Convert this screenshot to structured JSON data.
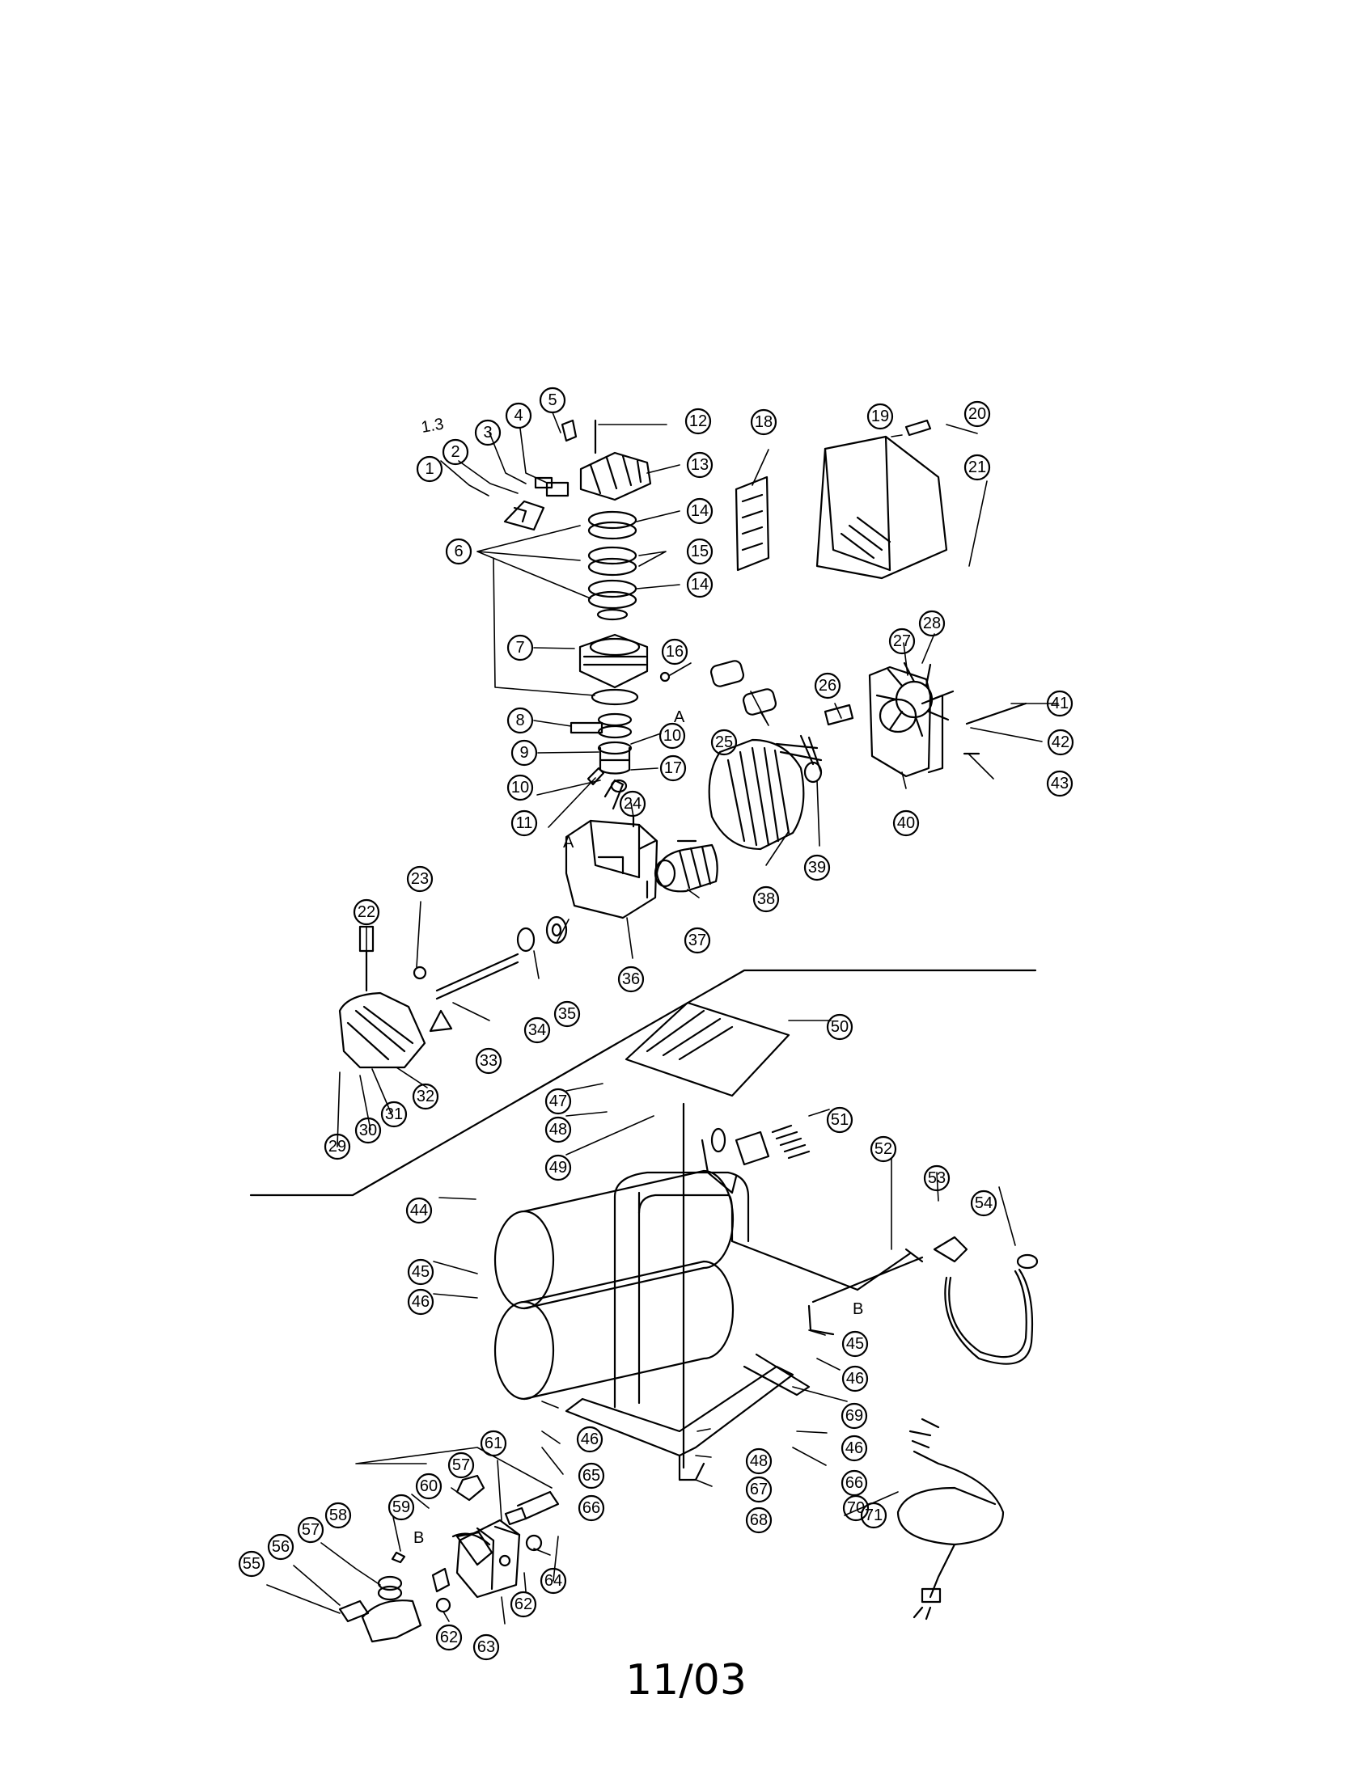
{
  "document": {
    "footer_date": "11/03",
    "stray_mark": "1.3",
    "connection_markers": [
      "A",
      "A",
      "B",
      "B"
    ]
  },
  "parts": [
    "1",
    "2",
    "3",
    "4",
    "5",
    "6",
    "7",
    "8",
    "9",
    "10",
    "10",
    "11",
    "12",
    "13",
    "14",
    "14",
    "15",
    "16",
    "17",
    "18",
    "19",
    "20",
    "21",
    "22",
    "23",
    "24",
    "25",
    "26",
    "27",
    "28",
    "29",
    "30",
    "31",
    "32",
    "33",
    "34",
    "35",
    "36",
    "37",
    "38",
    "39",
    "40",
    "41",
    "42",
    "43",
    "44",
    "45",
    "45",
    "46",
    "46",
    "46",
    "46",
    "47",
    "48",
    "48",
    "49",
    "50",
    "51",
    "52",
    "53",
    "54",
    "55",
    "56",
    "57",
    "57",
    "58",
    "59",
    "60",
    "61",
    "62",
    "62",
    "63",
    "64",
    "65",
    "66",
    "66",
    "67",
    "68",
    "69",
    "70",
    "71"
  ]
}
